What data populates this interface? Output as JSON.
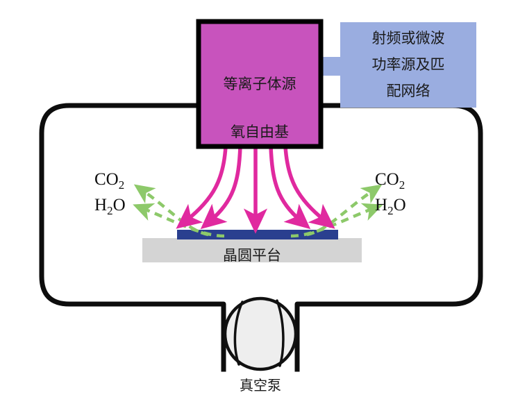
{
  "diagram": {
    "title_present": false,
    "colors": {
      "plasma_source_fill": "#c853bd",
      "plasma_source_stroke": "#000000",
      "power_supply_fill": "#9aade0",
      "connector_fill": "#9aade0",
      "chamber_stroke": "#0d0d0d",
      "wafer_fill": "#2a3f8f",
      "platform_fill": "#d4d4d4",
      "pump_fill": "#eeeeee",
      "pump_stroke": "#111111",
      "radical_arrow": "#e0299f",
      "byproduct_arrow": "#8dc96a",
      "background": "#ffffff"
    },
    "plasma_source": {
      "label_top": "等离子体源",
      "label_bottom": "氧自由基"
    },
    "power_supply": {
      "line1": "射频或微波",
      "line2": "功率源及匹",
      "line3": "配网络"
    },
    "wafer_platform": {
      "label": "晶圆平台"
    },
    "vacuum_pump": {
      "label": "真空泵"
    },
    "byproducts_left": {
      "species_1": "CO",
      "species_1_sub": "2",
      "species_2": "H",
      "species_2_sub": "2",
      "species_2_tail": "O"
    },
    "byproducts_right": {
      "species_1": "CO",
      "species_1_sub": "2",
      "species_2": "H",
      "species_2_sub": "2",
      "species_2_tail": "O"
    }
  }
}
